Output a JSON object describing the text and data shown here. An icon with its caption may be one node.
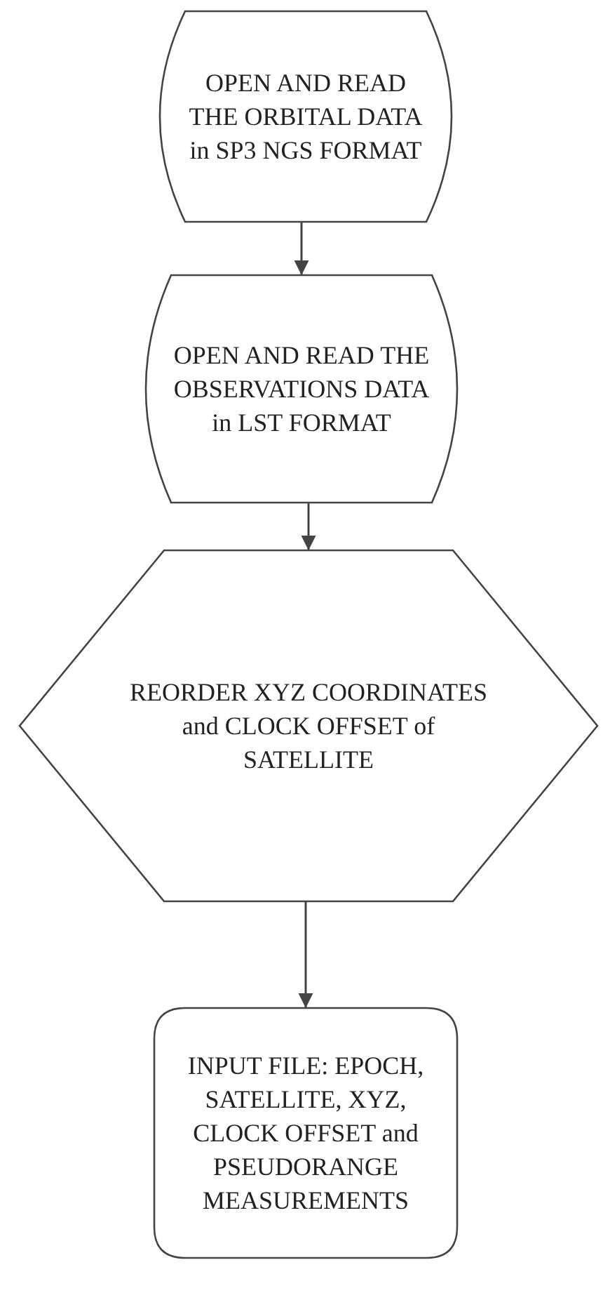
{
  "diagram": {
    "nodes": [
      {
        "text": [
          "OPEN AND READ THE ORBITAL DATA in SP3 NGS FORMAT"
        ]
      },
      {
        "text": [
          "OPEN AND READ THE OBSERVATIONS DATA in LST FORMAT"
        ]
      },
      {
        "text": [
          "REORDER XYZ COORDINATES and CLOCK OFFSET of SATELLITE"
        ]
      },
      {
        "text": [
          "INPUT FILE: EPOCH, SATELLITE, XYZ, CLOCK OFFSET and PSEUDORANGE MEASUREMENTS"
        ]
      }
    ],
    "edges": [
      {
        "from": 0,
        "to": 1,
        "arrow": "to"
      },
      {
        "from": 1,
        "to": 2,
        "arrow": "to"
      },
      {
        "from": 2,
        "to": 3,
        "arrow": "to"
      }
    ]
  }
}
